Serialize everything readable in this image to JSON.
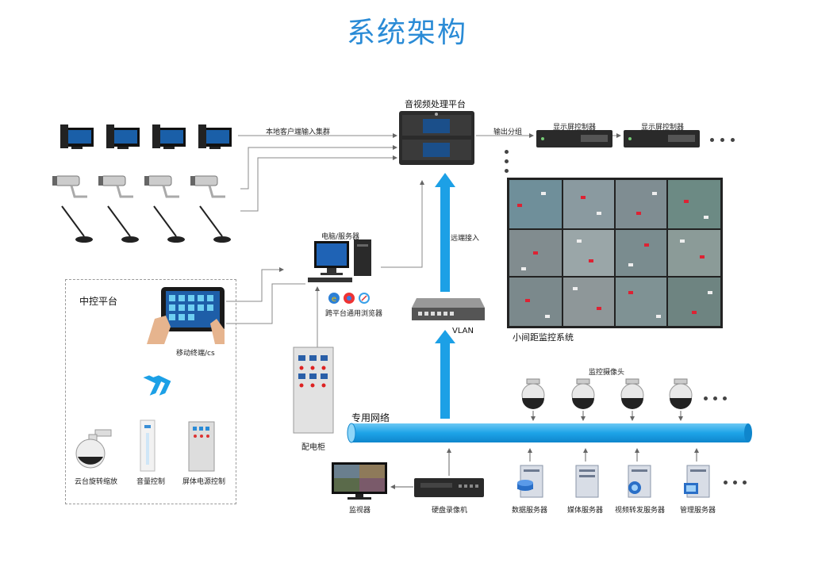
{
  "title": "系统架构",
  "platform": {
    "label": "音视频处理平台"
  },
  "links": {
    "cluster_input": "本地客户端输入集群",
    "output_group": "输出分组",
    "remote_access": "远端接入"
  },
  "controllers": [
    {
      "label": "显示屏控制器"
    },
    {
      "label": "显示屏控制器"
    }
  ],
  "video_wall": {
    "label": "小间距监控系统"
  },
  "pc_server": {
    "label": "电脑/服务器",
    "browser_label": "跨平台通用浏览器"
  },
  "vlan": {
    "label": "VLAN"
  },
  "control_panel": {
    "label": "中控平台",
    "tablet_label": "移动终端/cs",
    "devices": [
      {
        "label": "云台旋转缩放"
      },
      {
        "label": "音量控制"
      },
      {
        "label": "屏体电源控制"
      }
    ]
  },
  "distribution_cabinet": {
    "label": "配电柜"
  },
  "network": {
    "label": "专用网络"
  },
  "cameras": {
    "label": "监控摄像头"
  },
  "bottom": {
    "monitor": "监视器",
    "dvr": "硬盘录像机",
    "servers": [
      {
        "label": "数据服务器"
      },
      {
        "label": "媒体服务器"
      },
      {
        "label": "视频转发服务器"
      },
      {
        "label": "管理服务器"
      }
    ]
  },
  "colors": {
    "accent": "#2a8bd6",
    "pipe": "#1ca0e6",
    "text": "#222222"
  }
}
